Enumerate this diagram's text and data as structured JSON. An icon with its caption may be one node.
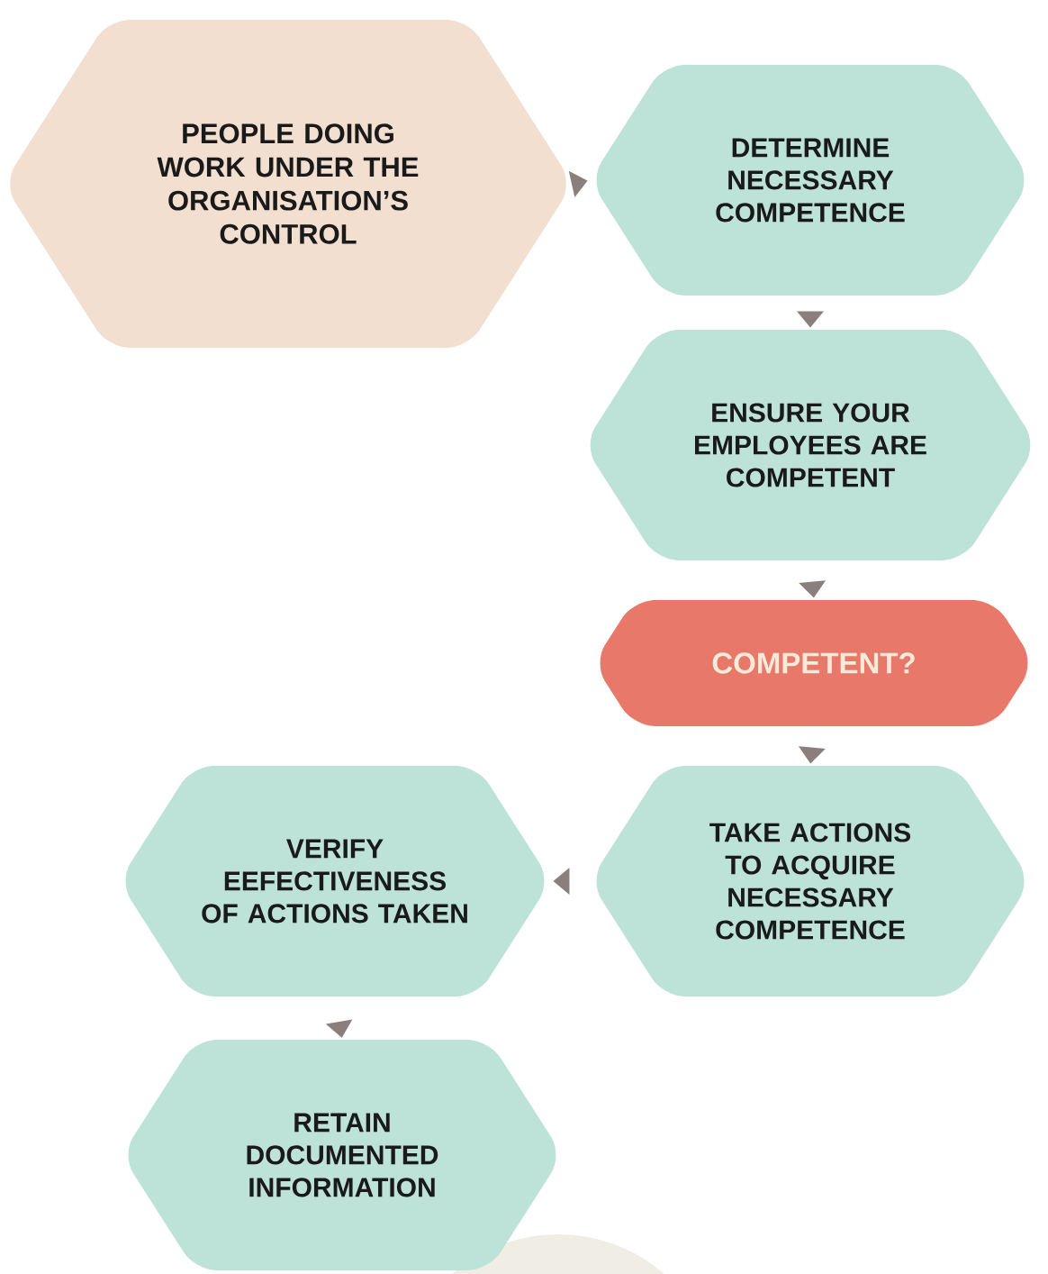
{
  "diagram": {
    "nodes": [
      {
        "text": [
          "PEOPLE DOING WORK UNDER THE ORGANISATION’S CONTROL"
        ]
      },
      {
        "text": [
          "DETERMINE NECESSARY COMPETENCE"
        ]
      },
      {
        "text": [
          "ENSURE YOUR EMPLOYEES ARE COMPETENT"
        ]
      },
      {
        "text": [
          "COMPETENT?"
        ]
      },
      {
        "text": [
          "TAKE ACTIONS TO ACQUIRE NECESSARY COMPETENCE"
        ]
      },
      {
        "text": [
          "VERIFY EEFECTIVENESS OF ACTIONS TAKEN"
        ]
      },
      {
        "text": [
          "RETAIN DOCUMENTED INFORMATION"
        ]
      }
    ],
    "edges": [
      {
        "from": 0,
        "to": 1,
        "arrow": "to"
      },
      {
        "from": 1,
        "to": 2,
        "arrow": "to"
      },
      {
        "from": 2,
        "to": 3,
        "arrow": "to"
      },
      {
        "from": 3,
        "to": 4,
        "arrow": "to"
      },
      {
        "from": 4,
        "to": 5,
        "arrow": "to"
      },
      {
        "from": 5,
        "to": 6,
        "arrow": "to"
      }
    ]
  }
}
